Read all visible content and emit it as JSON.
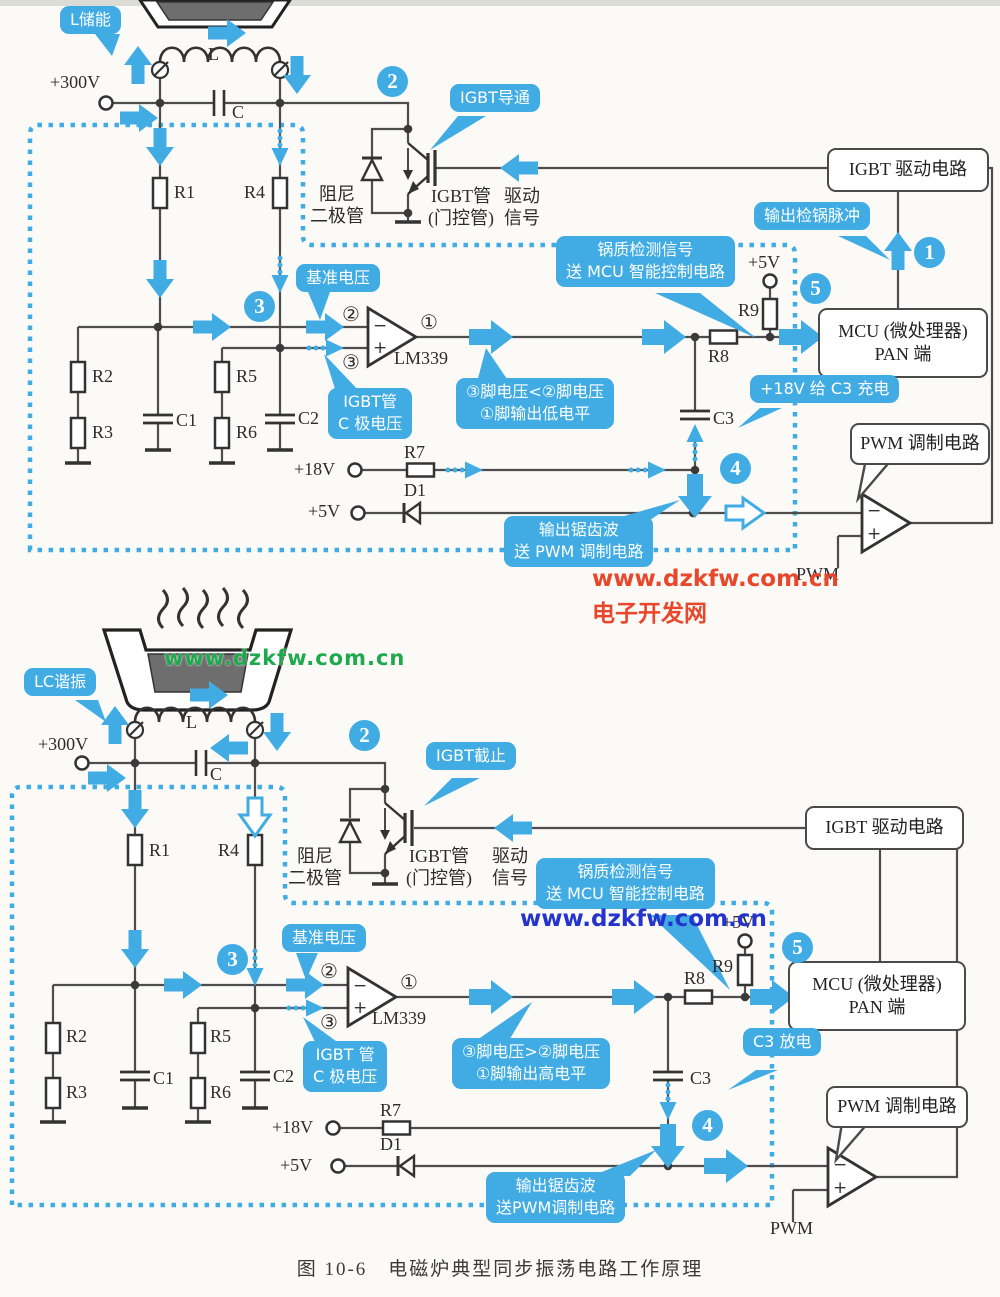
{
  "colors": {
    "accent": "#41ACE4",
    "wire": "#4d4d4d",
    "component": "#333333",
    "watermark_red": "#E8472B",
    "watermark_green": "#1FA94C",
    "watermark_blue": "#2433CC"
  },
  "watermarks": {
    "red_site": "www.dzkfw.com.cn",
    "red_name": "电子开发网",
    "green_site": "www.dzkfw.com.cn",
    "blue_site": "www.dzkfw.com.cn"
  },
  "caption": "图 10-6　电磁炉典型同步振荡电路工作原理",
  "diagram1": {
    "callouts": {
      "coil": "L储能",
      "igbt_state": "IGBT导通",
      "ref_voltage": "基准电压",
      "igbt_c_line1": "IGBT管",
      "igbt_c_line2": "C 极电压",
      "pot_detect_line1": "锅质检测信号",
      "pot_detect_line2": "送 MCU 智能控制电路",
      "pulse": "输出检锅脉冲",
      "c3": "+18V 给 C3 充电",
      "compare_line1": "③脚电压<②脚电压",
      "compare_line2": "①脚输出低电平",
      "sawtooth_line1": "输出锯齿波",
      "sawtooth_line2": "送 PWM 调制电路"
    },
    "blocks": {
      "drive": "IGBT 驱动电路",
      "mcu_line1": "MCU (微处理器)",
      "mcu_line2": "PAN 端",
      "pwm": "PWM 调制电路"
    },
    "labels": {
      "v300": "+300V",
      "coil": "L",
      "cap": "C",
      "r1": "R1",
      "r2": "R2",
      "r3": "R3",
      "r4": "R4",
      "r5": "R5",
      "r6": "R6",
      "r7": "R7",
      "r8": "R8",
      "r9": "R9",
      "c1": "C1",
      "c2": "C2",
      "c3": "C3",
      "d1": "D1",
      "damper_line1": "阻尼",
      "damper_line2": "二极管",
      "igbt_line1": "IGBT管",
      "igbt_line2": "(门控管)",
      "drive_line1": "驱动",
      "drive_line2": "信号",
      "lm339": "LM339",
      "pin1": "①",
      "pin2": "②",
      "pin3": "③",
      "v18": "+18V",
      "v5": "+5V",
      "v5_pull": "+5V",
      "pwm": "PWM",
      "minus": "−",
      "plus": "+"
    },
    "steps": {
      "s1": "1",
      "s2": "2",
      "s3": "3",
      "s4": "4",
      "s5": "5"
    }
  },
  "diagram2": {
    "callouts": {
      "coil": "LC谐振",
      "igbt_state": "IGBT截止",
      "ref_voltage": "基准电压",
      "igbt_c_line1": "IGBT 管",
      "igbt_c_line2": "C 极电压",
      "pot_detect_line1": "锅质检测信号",
      "pot_detect_line2": "送 MCU 智能控制电路",
      "c3": "C3 放电",
      "compare_line1": "③脚电压>②脚电压",
      "compare_line2": "①脚输出高电平",
      "sawtooth_line1": "输出锯齿波",
      "sawtooth_line2": "送PWM调制电路"
    },
    "blocks": {
      "drive": "IGBT 驱动电路",
      "mcu_line1": "MCU (微处理器)",
      "mcu_line2": "PAN 端",
      "pwm": "PWM 调制电路"
    },
    "labels": {
      "v300": "+300V",
      "coil": "L",
      "cap": "C",
      "r1": "R1",
      "r2": "R2",
      "r3": "R3",
      "r4": "R4",
      "r5": "R5",
      "r6": "R6",
      "r7": "R7",
      "r8": "R8",
      "r9": "R9",
      "c1": "C1",
      "c2": "C2",
      "c3": "C3",
      "d1": "D1",
      "damper_line1": "阻尼",
      "damper_line2": "二极管",
      "igbt_line1": "IGBT管",
      "igbt_line2": "(门控管)",
      "drive_line1": "驱动",
      "drive_line2": "信号",
      "lm339": "LM339",
      "pin1": "①",
      "pin2": "②",
      "pin3": "③",
      "v18": "+18V",
      "v5": "+5V",
      "v5_pull": "+5V",
      "pwm": "PWM",
      "minus": "−",
      "plus": "+"
    },
    "steps": {
      "s2": "2",
      "s3": "3",
      "s4": "4",
      "s5": "5"
    }
  }
}
